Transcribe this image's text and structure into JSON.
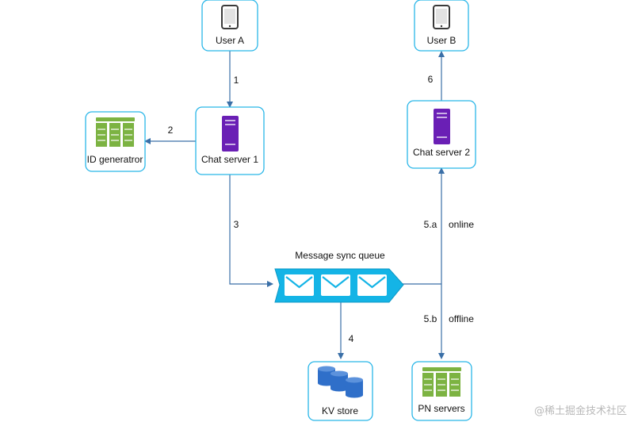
{
  "colors": {
    "node_border": "#29b6e8",
    "arrow": "#3a6fa7",
    "server_purple": "#6a1fb5",
    "generator_green": "#7cb342",
    "kv_blue": "#2f6fc9",
    "queue_fill": "#14b4e6",
    "phone": "#3a3a3a"
  },
  "nodes": {
    "user_a": "User A",
    "user_b": "User B",
    "chat_server_1": "Chat server 1",
    "chat_server_2": "Chat server 2",
    "id_generator": "ID generatror",
    "kv_store": "KV store",
    "pn_servers": "PN servers"
  },
  "queue": {
    "label": "Message sync queue"
  },
  "edges": {
    "e1": "1",
    "e2": "2",
    "e3": "3",
    "e4": "4",
    "e5a": "5.a",
    "e5b": "5.b",
    "e6": "6",
    "online": "online",
    "offline": "offline"
  },
  "watermark": "@稀土掘金技术社区"
}
